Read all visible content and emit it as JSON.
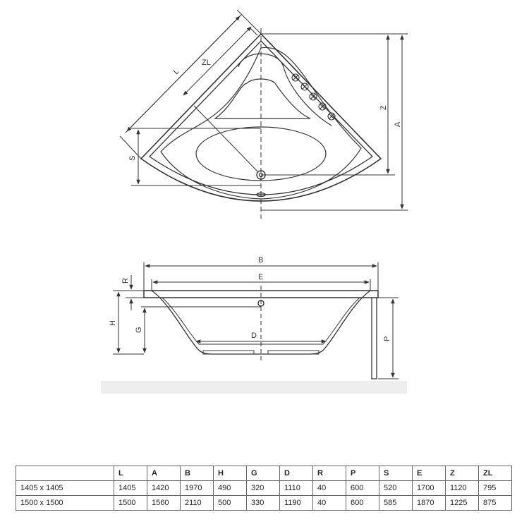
{
  "labels": {
    "L": "L",
    "ZL": "ZL",
    "Z": "Z",
    "A": "A",
    "S": "S",
    "B": "B",
    "E": "E",
    "R": "R",
    "H": "H",
    "G": "G",
    "D": "D",
    "P": "P"
  },
  "table": {
    "columns": [
      "",
      "L",
      "A",
      "B",
      "H",
      "G",
      "D",
      "R",
      "P",
      "S",
      "E",
      "Z",
      "ZL"
    ],
    "rows": [
      [
        "1405 x 1405",
        "1405",
        "1420",
        "1970",
        "490",
        "320",
        "1110",
        "40",
        "600",
        "520",
        "1700",
        "1120",
        "795"
      ],
      [
        "1500 x 1500",
        "1500",
        "1560",
        "2110",
        "500",
        "330",
        "1190",
        "40",
        "600",
        "585",
        "1870",
        "1225",
        "875"
      ]
    ]
  }
}
